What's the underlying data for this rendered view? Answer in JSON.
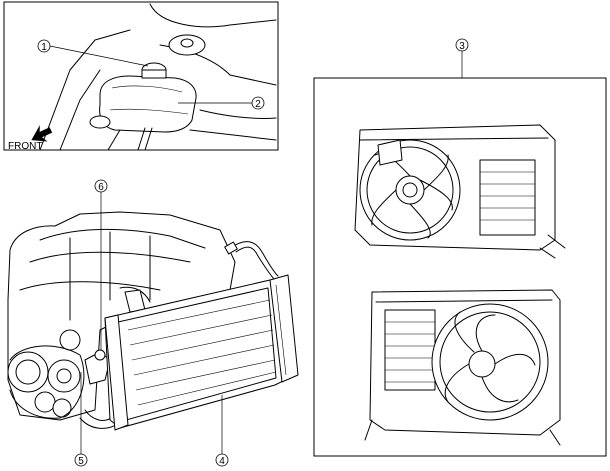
{
  "callouts": [
    {
      "id": "1",
      "label": "1"
    },
    {
      "id": "2",
      "label": "2"
    },
    {
      "id": "3",
      "label": "3"
    },
    {
      "id": "4",
      "label": "4"
    },
    {
      "id": "5",
      "label": "5"
    },
    {
      "id": "6",
      "label": "6"
    }
  ],
  "direction_label": "FRONT"
}
